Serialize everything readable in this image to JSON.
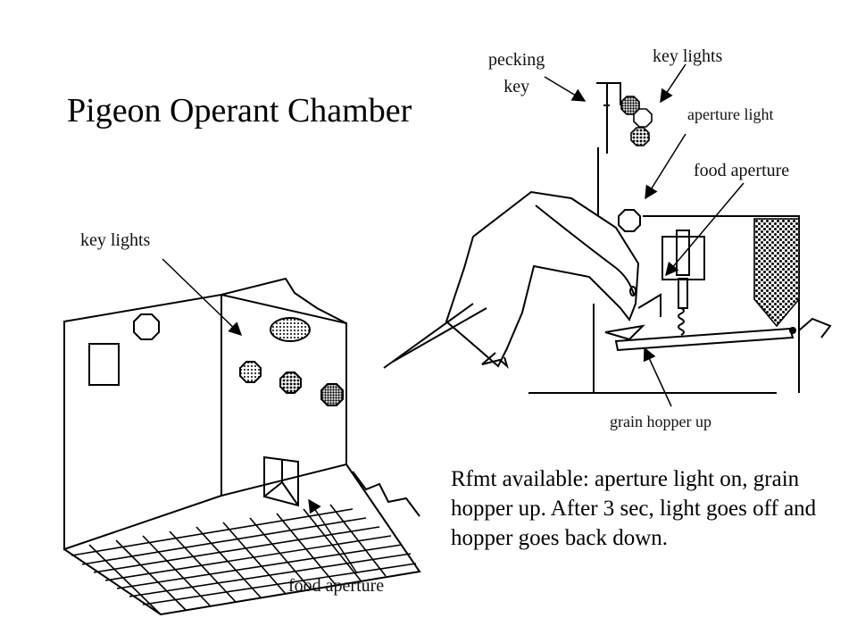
{
  "title": "Pigeon Operant Chamber",
  "labels": {
    "pecking_key": "pecking\nkey",
    "key_lights_top": "key lights",
    "aperture_light": "aperture light",
    "food_aperture_top": "food aperture",
    "grain_hopper_up": "grain hopper up",
    "key_lights_left": "key lights",
    "food_aperture_bottom": "food aperture"
  },
  "caption": "Rfmt available: aperture light on, grain hopper up. After 3 sec, light goes off and hopper goes back down."
}
